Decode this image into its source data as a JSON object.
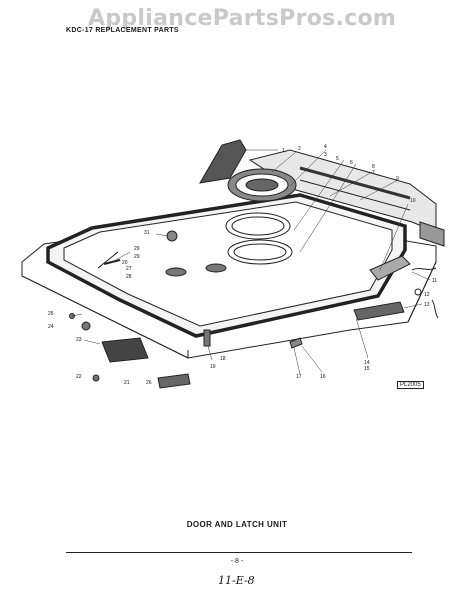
{
  "watermark": "AppliancePartsPros.com",
  "header": "KDC-17 REPLACEMENT PARTS",
  "caption": "DOOR AND LATCH UNIT",
  "page_number": "- 8 -",
  "handwritten_mark": "11-E-8",
  "figure_code": "PL2005",
  "callouts": [
    "1",
    "2",
    "3",
    "4",
    "5",
    "6",
    "7",
    "8",
    "9",
    "10",
    "11",
    "12",
    "13",
    "14",
    "15",
    "16",
    "17",
    "18",
    "19",
    "20",
    "21",
    "22",
    "23",
    "24",
    "25",
    "26",
    "27",
    "28",
    "29",
    "29",
    "31"
  ]
}
